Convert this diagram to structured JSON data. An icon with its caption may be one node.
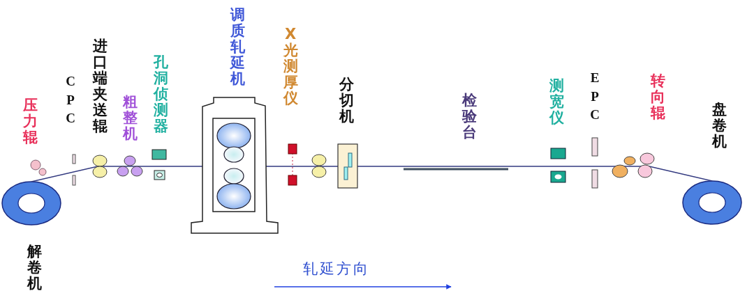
{
  "diagram": {
    "nodes": [
      {
        "text": [],
        "shape": "circle"
      },
      {
        "text": [],
        "shape": "circle"
      }
    ],
    "edges": [
      {
        "from": 0,
        "to": 1,
        "arrow": "none"
      }
    ],
    "labels": [
      "压力辊",
      "CPC",
      "进口端夹送辊",
      "粗整机",
      "孔洞侦测器",
      "调质轧延机",
      "X光测厚仪",
      "分切机",
      "检验台",
      "测宽仪",
      "EPC",
      "转向辊",
      "盘卷机",
      "解卷机",
      "轧延方向"
    ]
  }
}
